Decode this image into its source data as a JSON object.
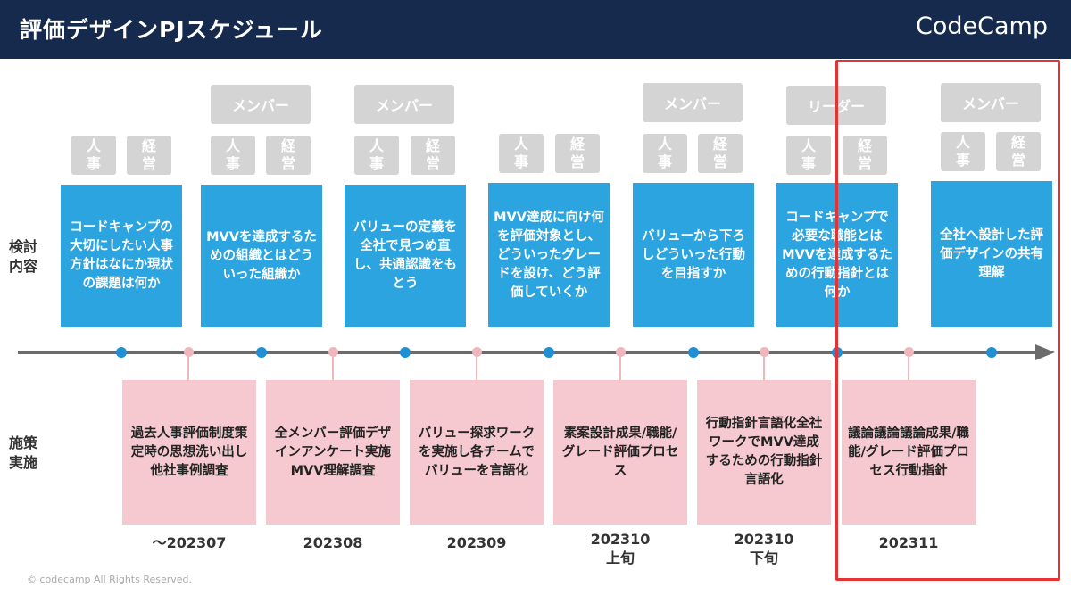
{
  "header": {
    "title": "評価デザインPJスケジュール",
    "logo": "CodeCamp"
  },
  "row_labels": {
    "review": "検討\n内容",
    "action": "施策\n実施"
  },
  "tags": {
    "jinji": "人\n事",
    "keiei": "経\n営",
    "member": "メンバー",
    "leader": "リーダー"
  },
  "review_items": [
    "コードキャンプの大切にしたい人事方針はなにか現状の課題は何か",
    "MVVを達成するための組織とはどういった組織か",
    "バリューの定義を全社で見つめ直し、共通認識をもとう",
    "MVV達成に向け何を評価対象とし、どういったグレードを設け、どう評価していくか",
    "バリューから下ろしどういった行動を目指すか",
    "コードキャンプで必要な職能とはMVVを達成するための行動指針とは何か",
    "全社へ設計した評価デザインの共有理解"
  ],
  "action_items": [
    "過去人事評価制度策定時の思想洗い出し他社事例調査",
    "全メンバー評価デザインアンケート実施MVV理解調査",
    "バリュー探求ワークを実施し各チームでバリューを言語化",
    "素案設計成果/職能/グレード評価プロセス",
    "行動指針言語化全社ワークでMVV達成するための行動指針言語化",
    "議論議論議論成果/職能/グレード評価プロセス行動指針"
  ],
  "dates": [
    "～202307",
    "202308",
    "202309",
    "202310\n上旬",
    "202310\n下旬",
    "202311"
  ],
  "footer": "© codecamp  All Rights Reserved.",
  "colors": {
    "header": "#152a4c",
    "blue_box": "#2ba4e0",
    "pink_box": "#f5c9cf",
    "highlight": "#e53333",
    "tag": "#d4d4d4"
  }
}
